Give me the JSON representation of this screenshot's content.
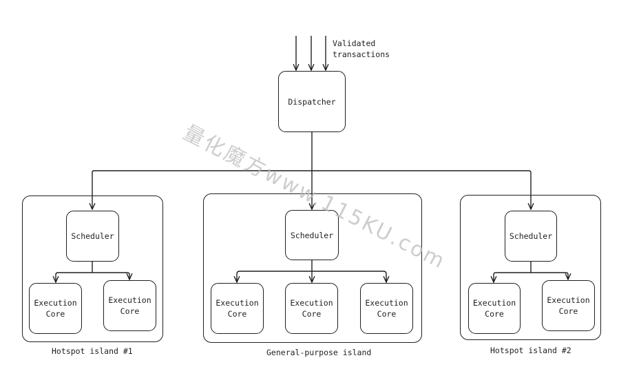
{
  "input": {
    "label": "Validated\ntransactions"
  },
  "dispatcher": {
    "label": "Dispatcher"
  },
  "islands": [
    {
      "label": "Hotspot island #1",
      "scheduler": "Scheduler",
      "cores": [
        "Execution\nCore",
        "Execution\nCore"
      ]
    },
    {
      "label": "General-purpose island",
      "scheduler": "Scheduler",
      "cores": [
        "Execution\nCore",
        "Execution\nCore",
        "Execution\nCore"
      ]
    },
    {
      "label": "Hotspot island #2",
      "scheduler": "Scheduler",
      "cores": [
        "Execution\nCore",
        "Execution\nCore"
      ]
    }
  ],
  "watermark": "量化魔方www.115KU.com",
  "colors": {
    "stroke": "#1e1e1e",
    "watermark": "#bdbdbd"
  }
}
